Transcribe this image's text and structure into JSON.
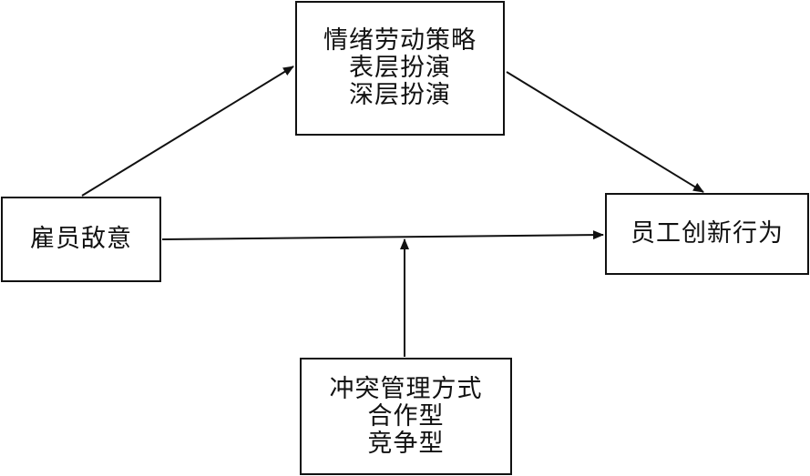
{
  "nodes": {
    "mediators": {
      "lines": [
        "情绪劳动策略",
        "表层扮演",
        "深层扮演"
      ]
    },
    "predictor": {
      "lines": [
        "雇员敌意"
      ]
    },
    "outcome": {
      "lines": [
        "员工创新行为"
      ]
    },
    "moderator": {
      "lines": [
        "冲突管理方式",
        "合作型",
        "竞争型"
      ]
    }
  },
  "edges": [
    {
      "from": "predictor",
      "to": "mediators",
      "kind": "direct"
    },
    {
      "from": "mediators",
      "to": "outcome",
      "kind": "direct"
    },
    {
      "from": "predictor",
      "to": "outcome",
      "kind": "direct"
    },
    {
      "from": "moderator",
      "to": "predictor-outcome-path",
      "kind": "moderation"
    }
  ],
  "colors": {
    "stroke": "#111111",
    "background": "#ffffff"
  }
}
